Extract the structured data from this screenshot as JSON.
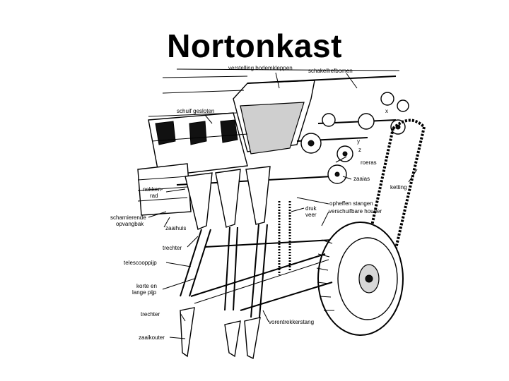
{
  "title": "Nortonkast",
  "labels": [
    {
      "id": "verstelling-bodemkleppen",
      "text": "verstelling bodemkleppen"
    },
    {
      "id": "schakelhefbomen",
      "text": "schakelhefbomen"
    },
    {
      "id": "schuif-gesloten",
      "text": "schuif gesloten"
    },
    {
      "id": "x",
      "text": "x"
    },
    {
      "id": "y",
      "text": "y"
    },
    {
      "id": "z",
      "text": "z"
    },
    {
      "id": "roeras",
      "text": "roeras"
    },
    {
      "id": "zaaias",
      "text": "zaaias"
    },
    {
      "id": "ketting",
      "text": "ketting"
    },
    {
      "id": "nokken",
      "text": "nokken-"
    },
    {
      "id": "rad",
      "text": "rad"
    },
    {
      "id": "opheffen-stangen",
      "text": "opheffen stangen"
    },
    {
      "id": "druk",
      "text": "druk"
    },
    {
      "id": "veer",
      "text": "veer"
    },
    {
      "id": "verschuifbare-houder",
      "text": "verschuifbare houder"
    },
    {
      "id": "scharnierende",
      "text": "scharnierende"
    },
    {
      "id": "opvangbak",
      "text": "opvangbak"
    },
    {
      "id": "zaaihuis",
      "text": "zaaihuis"
    },
    {
      "id": "trechter-1",
      "text": "trechter"
    },
    {
      "id": "telescooppijp",
      "text": "telescooppijp"
    },
    {
      "id": "korte-en",
      "text": "korte en"
    },
    {
      "id": "lange-pijp",
      "text": "lange pijp"
    },
    {
      "id": "trechter-2",
      "text": "trechter"
    },
    {
      "id": "vorentrekkerstang",
      "text": "vorentrekkerstang"
    },
    {
      "id": "zaaikouter",
      "text": "zaaikouter"
    }
  ]
}
